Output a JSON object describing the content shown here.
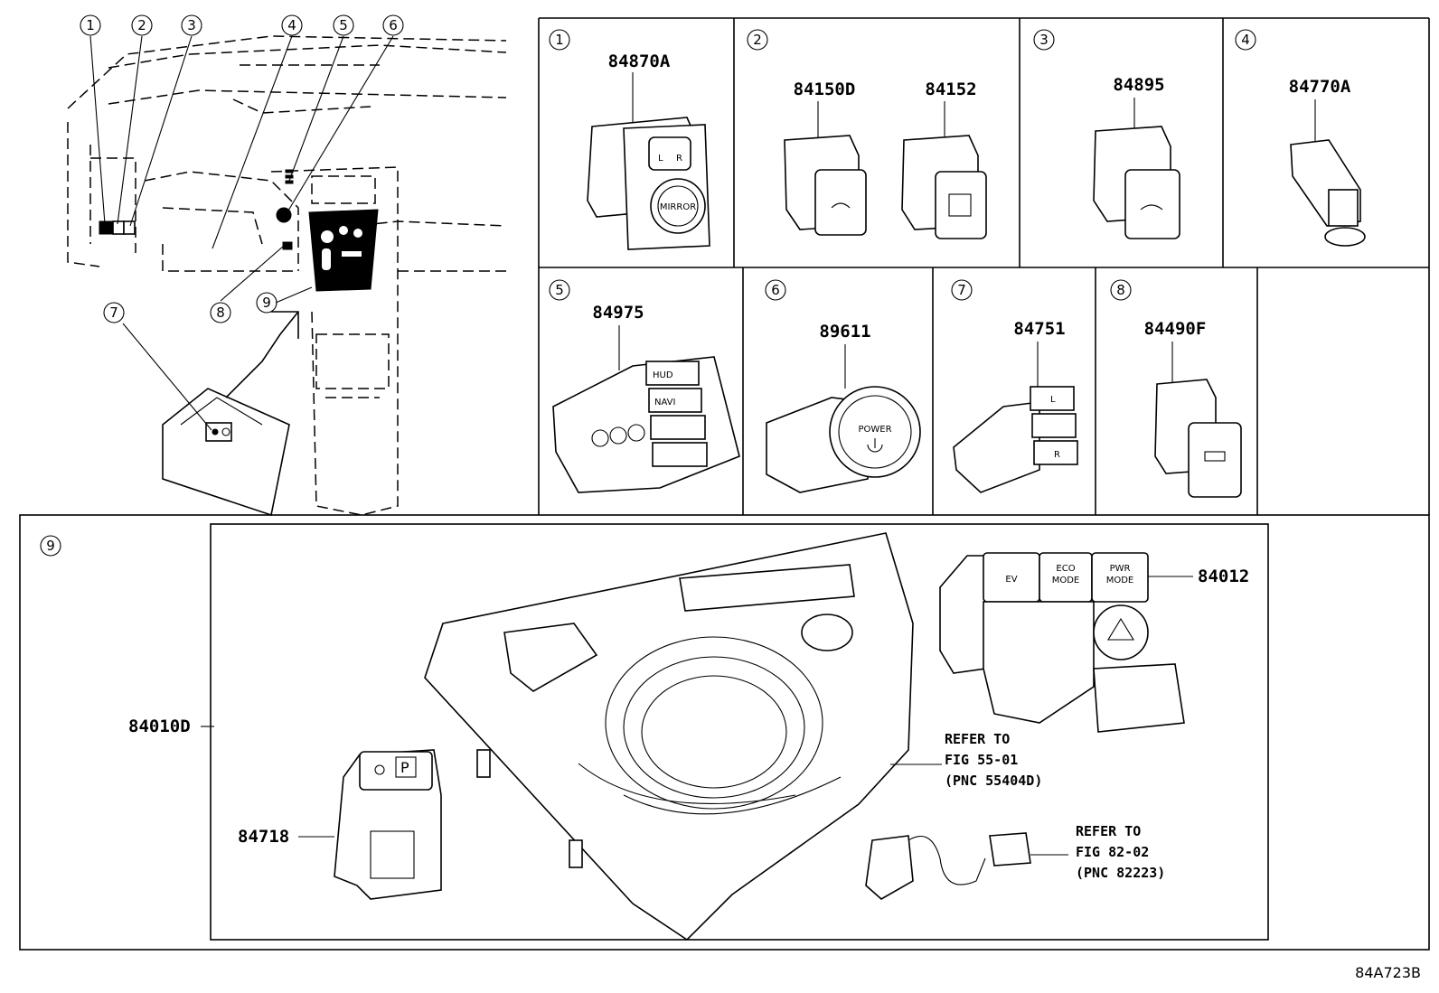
{
  "diagram_code": "84A723B",
  "callouts": [
    "1",
    "2",
    "3",
    "4",
    "5",
    "6",
    "7",
    "8",
    "9"
  ],
  "part_numbers": {
    "p1": "84870A",
    "p2a": "84150D",
    "p2b": "84152",
    "p3": "84895",
    "p4": "84770A",
    "p5": "84975",
    "p6": "89611",
    "p7": "84751",
    "p8": "84490F",
    "p9_bezel": "84010D",
    "p9_switch": "84012",
    "p9_park": "84718"
  },
  "switch_labels": {
    "mirror": "MIRROR",
    "mirror_l": "L",
    "mirror_r": "R",
    "hud": "HUD",
    "navi": "NAVI",
    "power": "POWER",
    "seat_l": "L",
    "seat_r": "R",
    "eco": "ECO",
    "mode": "MODE",
    "pwr": "PWR",
    "park": "P",
    "ev": "EV"
  },
  "references": [
    {
      "line1": "REFER TO",
      "line2": "FIG 55-01",
      "line3": "(PNC 55404D)"
    },
    {
      "line1": "REFER TO",
      "line2": "FIG 82-02",
      "line3": "(PNC 82223)"
    }
  ]
}
